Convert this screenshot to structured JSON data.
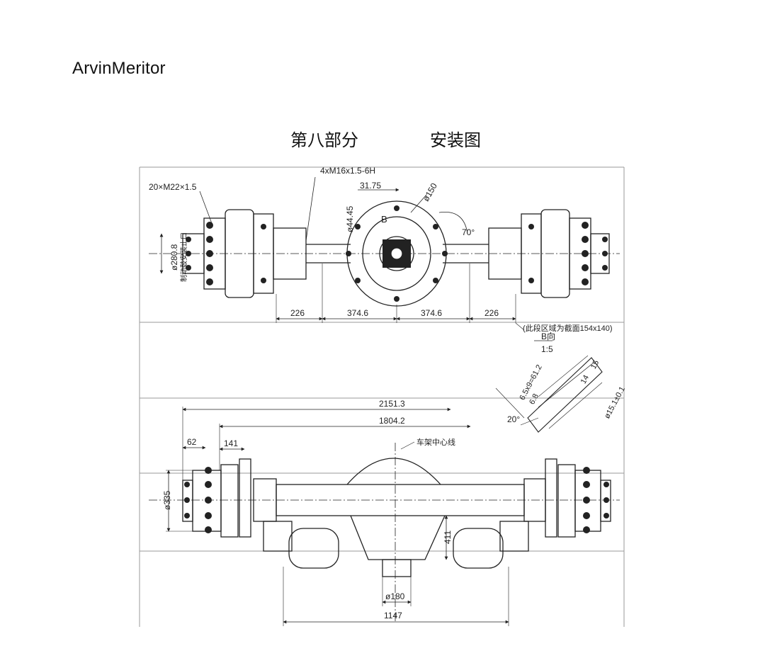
{
  "header": {
    "brand": "ArvinMeritor",
    "section": "第八部分",
    "title": "安装图"
  },
  "top_view": {
    "bolt_spec_left": "20×M22×1.5",
    "thread_spec": "4xM16x1.5-6H",
    "dim_31_75": "31.75",
    "dia_150": "ø150",
    "dia_44_45": "ø44.45",
    "label_B": "B",
    "angle_70": "70°",
    "dia_280": "ø280.8",
    "note_vertical": "制动鼓安装止口",
    "bottom_dims": [
      "226",
      "374.6",
      "374.6",
      "226"
    ],
    "area_note": "(此段区域为截面154x140)"
  },
  "detail_view": {
    "title": "B向",
    "scale": "1:5",
    "dim_6_5": "6.5",
    "dim_pitch": "6.5x9=61.2",
    "dim_6_8": "6.8",
    "dim_15": "15",
    "dim_14": "14",
    "dia_15_1": "ø15.1±0.1",
    "angle_20": "20°"
  },
  "front_view": {
    "dim_2151": "2151.3",
    "dim_1804": "1804.2",
    "dim_62": "62",
    "dim_141": "141",
    "center_line": "车架中心线",
    "dia_335": "ø335",
    "dim_411": "411",
    "dia_180": "ø180",
    "dim_1147": "1147"
  }
}
